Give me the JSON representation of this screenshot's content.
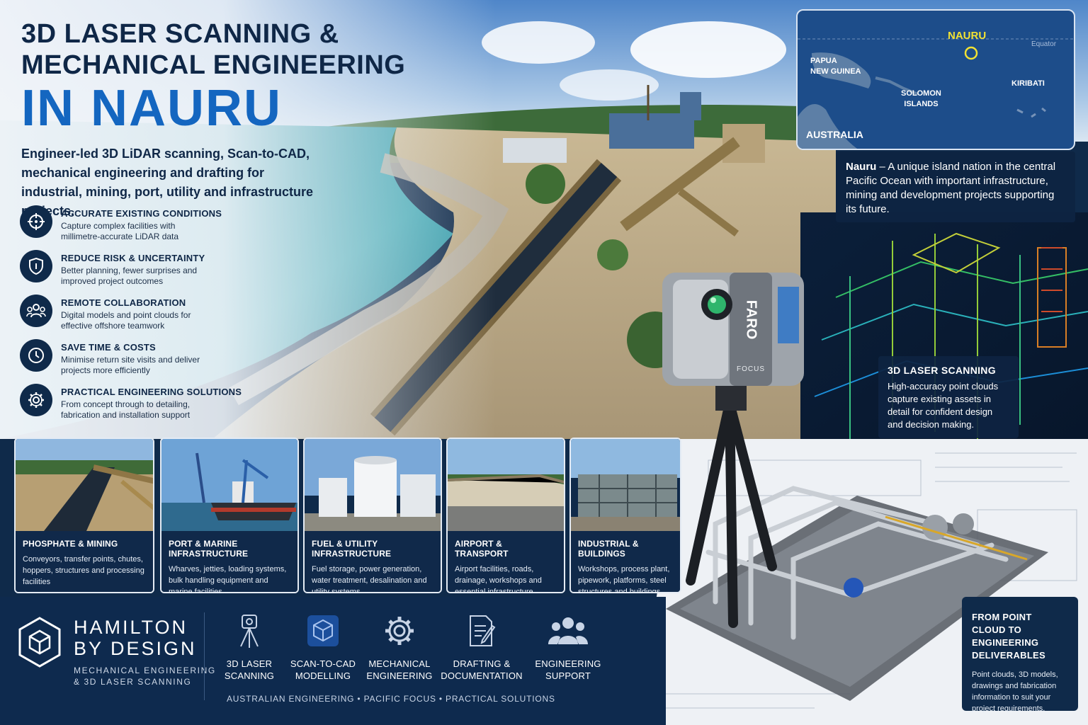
{
  "hero": {
    "title_line1": "3D LASER SCANNING &",
    "title_line2": "MECHANICAL ENGINEERING",
    "title_accent": "IN NAURU",
    "subtitle": "Engineer-led 3D LiDAR scanning, Scan-to-CAD, mechanical engineering and drafting for industrial, mining, port, utility and infrastructure projects."
  },
  "benefits": [
    {
      "icon": "crosshair-icon",
      "title": "ACCURATE EXISTING CONDITIONS",
      "desc": "Capture complex facilities with millimetre-accurate LiDAR data"
    },
    {
      "icon": "shield-icon",
      "title": "REDUCE RISK & UNCERTAINTY",
      "desc": "Better planning, fewer surprises and improved project outcomes"
    },
    {
      "icon": "team-icon",
      "title": "REMOTE COLLABORATION",
      "desc": "Digital models and point clouds for effective offshore teamwork"
    },
    {
      "icon": "clock-icon",
      "title": "SAVE TIME & COSTS",
      "desc": "Minimise return site visits and deliver projects more efficiently"
    },
    {
      "icon": "gear-icon",
      "title": "PRACTICAL ENGINEERING SOLUTIONS",
      "desc": "From concept through to detailing, fabrication and installation support"
    }
  ],
  "map": {
    "nauru": "NAURU",
    "equator": "Equator",
    "png_line1": "PAPUA",
    "png_line2": "NEW GUINEA",
    "solomon_line1": "SOLOMON",
    "solomon_line2": "ISLANDS",
    "kiribati": "KIRIBATI",
    "australia": "AUSTRALIA"
  },
  "nauru_info": {
    "bold": "Nauru",
    "text": " – A unique island nation in the central Pacific Ocean with important infrastructure, mining and development projects supporting its future."
  },
  "scanner": {
    "brand": "FARO",
    "model": "FOCUS",
    "card_title": "3D LASER SCANNING",
    "card_desc": "High-accuracy point clouds capture existing assets in detail for confident design and decision making."
  },
  "sectors": [
    {
      "title": "PHOSPHATE & MINING",
      "desc": "Conveyors, transfer points, chutes, hoppers, structures and processing facilities"
    },
    {
      "title": "PORT & MARINE INFRASTRUCTURE",
      "desc": "Wharves, jetties, loading systems, bulk handling equipment and marine facilities"
    },
    {
      "title": "FUEL & UTILITY INFRASTRUCTURE",
      "desc": "Fuel storage, power generation, water treatment, desalination and utility systems"
    },
    {
      "title": "AIRPORT & TRANSPORT",
      "desc": "Airport facilities, roads, drainage, workshops and essential infrastructure"
    },
    {
      "title": "INDUSTRIAL & BUILDINGS",
      "desc": "Workshops, process plant, pipework, platforms, steel structures and buildings"
    }
  ],
  "brand": {
    "name_line1": "HAMILTON",
    "name_line2": "BY DESIGN",
    "tag_line1": "MECHANICAL ENGINEERING",
    "tag_line2": "& 3D LASER SCANNING"
  },
  "services": [
    {
      "icon": "scanner-tripod-icon",
      "line1": "3D LASER",
      "line2": "SCANNING"
    },
    {
      "icon": "cube-model-icon",
      "line1": "SCAN-TO-CAD",
      "line2": "MODELLING"
    },
    {
      "icon": "gear-icon",
      "line1": "MECHANICAL",
      "line2": "ENGINEERING"
    },
    {
      "icon": "document-pen-icon",
      "line1": "DRAFTING &",
      "line2": "DOCUMENTATION"
    },
    {
      "icon": "people-icon",
      "line1": "ENGINEERING",
      "line2": "SUPPORT"
    }
  ],
  "footer": "AUSTRALIAN ENGINEERING • PACIFIC FOCUS • PRACTICAL SOLUTIONS",
  "deliverables": {
    "title": "FROM POINT CLOUD TO ENGINEERING DELIVERABLES",
    "desc": "Point clouds, 3D models, drawings and fabrication information to suit your project requirements."
  },
  "colors": {
    "navy": "#0f2a4a",
    "accent_blue": "#1466c0",
    "nauru_marker": "#f2e233"
  }
}
